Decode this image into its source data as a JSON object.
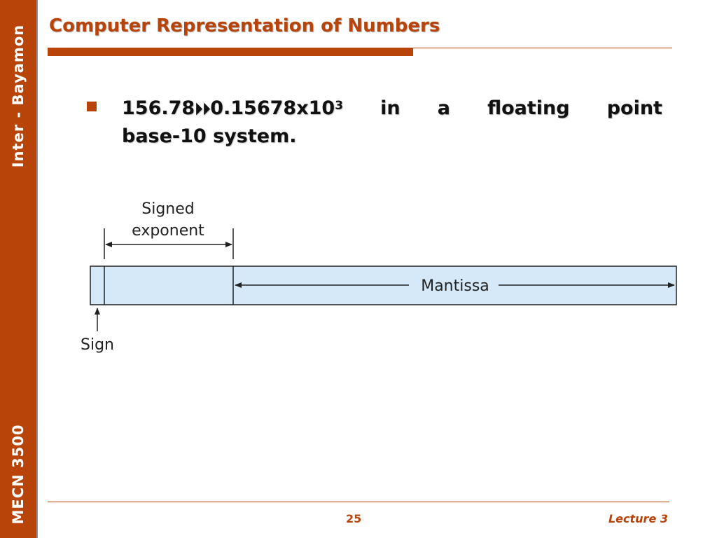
{
  "sidebar": {
    "top_text": "Inter - Bayamon",
    "bottom_text": "MECN 3500"
  },
  "slide": {
    "title": "Computer Representation of Numbers",
    "bullet": {
      "number": "156.78",
      "arrow": "⏵⏵",
      "mantissa_expr": "0.15678x10",
      "exponent": "3",
      "words_line1": [
        "in",
        "a",
        "floating",
        "point"
      ],
      "line2": "base-10 system."
    }
  },
  "diagram": {
    "signed_exponent_line1": "Signed",
    "signed_exponent_line2": "exponent",
    "mantissa_label": "Mantissa",
    "sign_label": "Sign",
    "fill_color": "#d5e9f8",
    "stroke_color": "#222222"
  },
  "footer": {
    "page_number": "25",
    "lecture": "Lecture 3"
  },
  "colors": {
    "accent": "#b8440a"
  }
}
